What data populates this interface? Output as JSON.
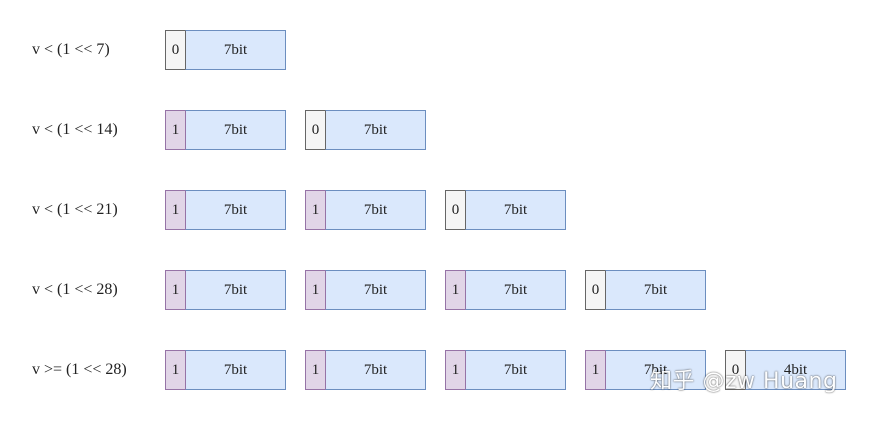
{
  "rows": [
    {
      "condition": "v < (1 << 7)",
      "bytes": [
        {
          "flag": "0",
          "label": "7bit"
        }
      ]
    },
    {
      "condition": "v < (1 << 14)",
      "bytes": [
        {
          "flag": "1",
          "label": "7bit"
        },
        {
          "flag": "0",
          "label": "7bit"
        }
      ]
    },
    {
      "condition": "v < (1 << 21)",
      "bytes": [
        {
          "flag": "1",
          "label": "7bit"
        },
        {
          "flag": "1",
          "label": "7bit"
        },
        {
          "flag": "0",
          "label": "7bit"
        }
      ]
    },
    {
      "condition": "v < (1 << 28)",
      "bytes": [
        {
          "flag": "1",
          "label": "7bit"
        },
        {
          "flag": "1",
          "label": "7bit"
        },
        {
          "flag": "1",
          "label": "7bit"
        },
        {
          "flag": "0",
          "label": "7bit"
        }
      ]
    },
    {
      "condition": "v >= (1 << 28)",
      "bytes": [
        {
          "flag": "1",
          "label": "7bit"
        },
        {
          "flag": "1",
          "label": "7bit"
        },
        {
          "flag": "1",
          "label": "7bit"
        },
        {
          "flag": "1",
          "label": "7bit"
        },
        {
          "flag": "0",
          "label": "4bit"
        }
      ]
    }
  ],
  "colors": {
    "continuation_flag_fill": "#e1d5e7",
    "continuation_flag_stroke": "#9673a6",
    "terminal_flag_fill": "#f5f5f5",
    "terminal_flag_stroke": "#666666",
    "payload_fill": "#dae8fc",
    "payload_stroke": "#6c8ebf"
  },
  "watermark": "知乎 @zw Huang"
}
